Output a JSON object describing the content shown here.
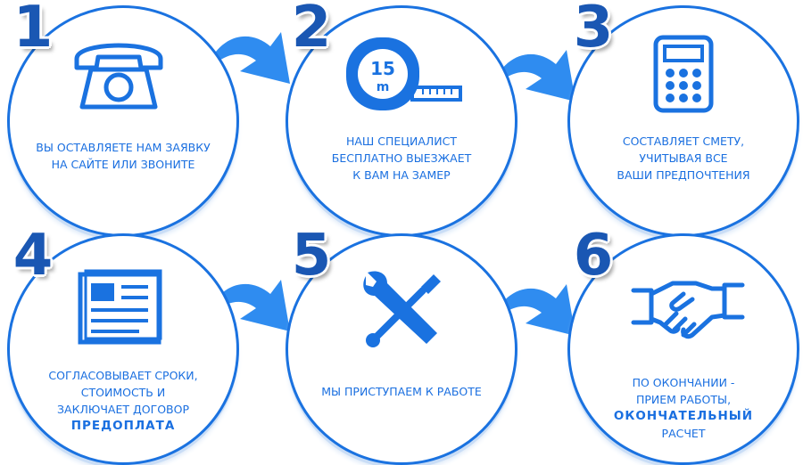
{
  "colors": {
    "accent": "#1a72e0",
    "number": "#1a57b3",
    "arrow": "#2f8cf0"
  },
  "steps": [
    {
      "number": "1",
      "icon": "telephone-icon",
      "lines": [
        "ВЫ ОСТАВЛЯЕТЕ НАМ ЗАЯВКУ",
        "НА САЙТЕ ИЛИ ЗВОНИТЕ"
      ]
    },
    {
      "number": "2",
      "icon": "tape-measure-icon",
      "tape_label": "15",
      "tape_unit": "m",
      "lines": [
        "НАШ СПЕЦИАЛИСТ",
        "БЕСПЛАТНО ВЫЕЗЖАЕТ",
        "К ВАМ НА ЗАМЕР"
      ]
    },
    {
      "number": "3",
      "icon": "calculator-icon",
      "lines": [
        "СОСТАВЛЯЕТ СМЕТУ,",
        "УЧИТЫВАЯ ВСЕ",
        "ВАШИ ПРЕДПОЧТЕНИЯ"
      ]
    },
    {
      "number": "4",
      "icon": "newspaper-icon",
      "lines": [
        "СОГЛАСОВЫВАЕТ СРОКИ,",
        "СТОИМОСТЬ И",
        "ЗАКЛЮЧАЕТ ДОГОВОР"
      ],
      "bold_line": "ПРЕДОПЛАТА"
    },
    {
      "number": "5",
      "icon": "wrench-screwdriver-icon",
      "lines": [
        "МЫ ПРИСТУПАЕМ К РАБОТЕ"
      ]
    },
    {
      "number": "6",
      "icon": "handshake-icon",
      "lines": [
        "ПО ОКОНЧАНИИ -",
        "ПРИЕМ РАБОТЫ,"
      ],
      "bold_line": "ОКОНЧАТЕЛЬНЫЙ",
      "last_line": "РАСЧЕТ"
    }
  ]
}
